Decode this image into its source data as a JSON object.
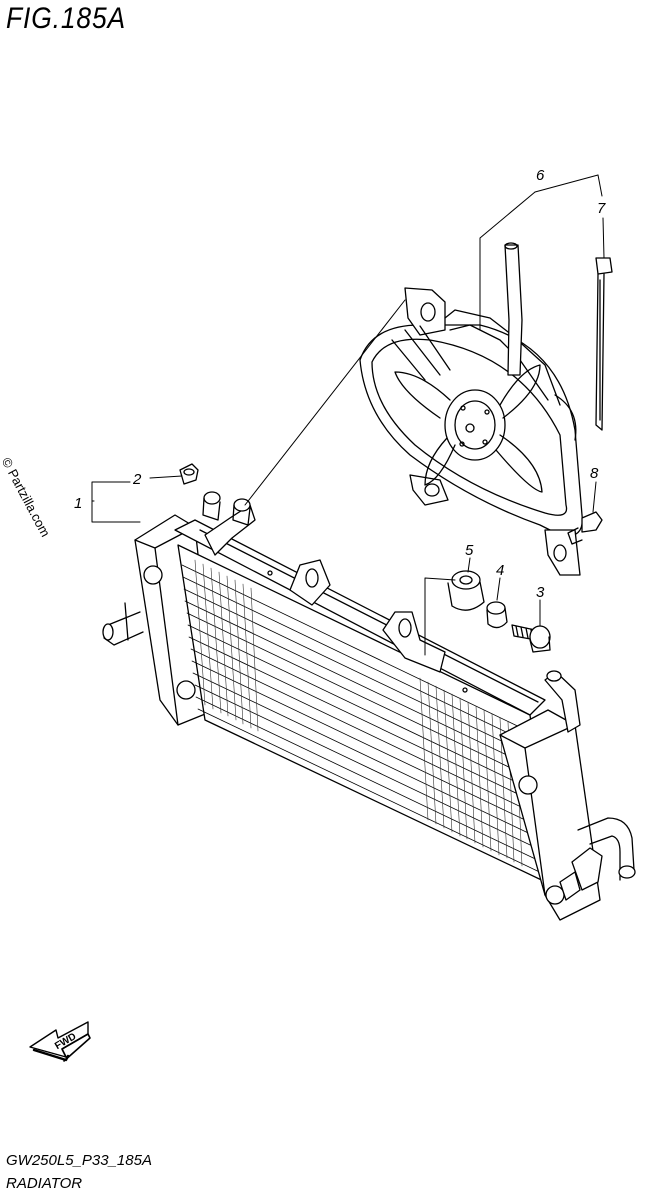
{
  "header": {
    "figure_title": "FIG.185A"
  },
  "watermark": {
    "text": "© Partzilla.com"
  },
  "diagram": {
    "callouts": [
      "1",
      "2",
      "3",
      "4",
      "5",
      "6",
      "7",
      "8"
    ],
    "fwd_label": "FWD"
  },
  "footer": {
    "code": "GW250L5_P33_185A",
    "name": "RADIATOR"
  }
}
